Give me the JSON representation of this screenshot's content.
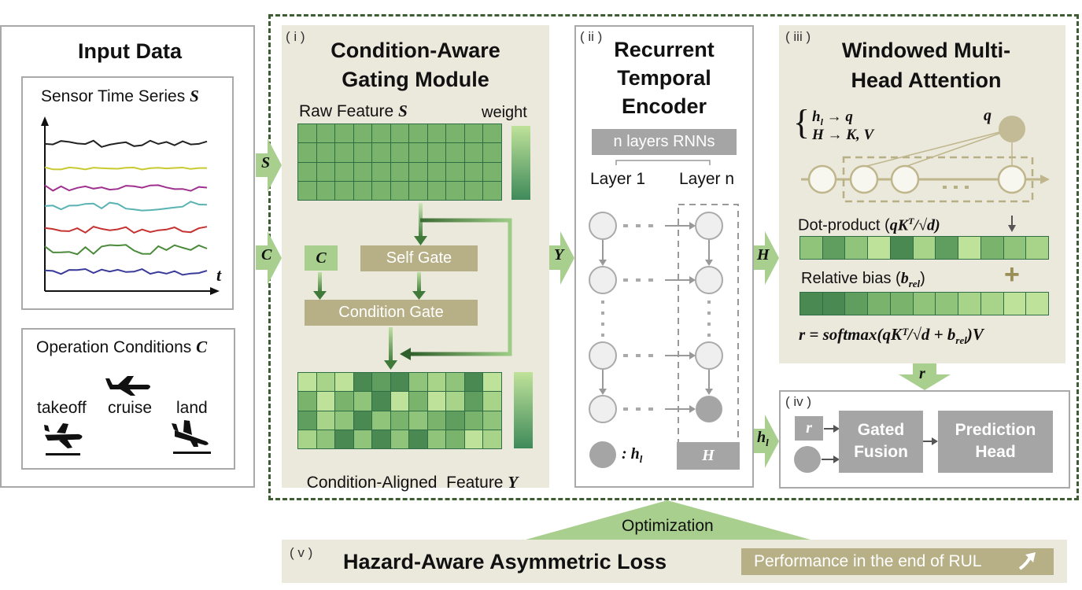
{
  "input": {
    "title": "Input Data",
    "sensor_title": "Sensor Time Series",
    "sensor_symbol": "S",
    "time_symbol": "t",
    "op_title": "Operation Conditions",
    "op_symbol": "C",
    "conditions": [
      "takeoff",
      "cruise",
      "land"
    ],
    "series_colors": [
      "#222222",
      "#c9c930",
      "#a0308f",
      "#5ab2b2",
      "#c63232",
      "#4a8a3a",
      "#3a3a9a"
    ]
  },
  "arrows": {
    "s": "S",
    "c": "C",
    "y": "Y",
    "h": "H",
    "hl": "h",
    "hl_sub": "l",
    "r": "r"
  },
  "module_i": {
    "tag": "( i )",
    "title_line1": "Condition-Aware",
    "title_line2": "Gating Module",
    "raw_feature": "Raw Feature",
    "raw_symbol": "S",
    "weight": "weight",
    "c_box": "C",
    "self_gate": "Self Gate",
    "condition_gate": "Condition Gate",
    "aligned_feature": "Condition-Aligned  Feature",
    "aligned_symbol": "Y"
  },
  "module_ii": {
    "tag": "( ii )",
    "title_line1": "Recurrent",
    "title_line2": "Temporal",
    "title_line3": "Encoder",
    "rnn_label": "n layers RNNs",
    "layer1": "Layer 1",
    "layern": "Layer n",
    "legend_symbol": ": h",
    "legend_sub": "l",
    "h_box": "H"
  },
  "module_iii": {
    "tag": "( iii )",
    "title_line1": "Windowed Multi-",
    "title_line2": "Head Attention",
    "map1_left": "h",
    "map1_sub": "l",
    "map1_right": "→ q",
    "map2": "H → K, V",
    "q_label": "q",
    "dot_product": "Dot-product (",
    "dot_formula": "qK",
    "dot_sup": "T",
    "dot_tail": "/√d)",
    "relative_bias": "Relative bias (",
    "bias_symbol": "b",
    "bias_sub": "rel",
    "bias_tail": ")",
    "plus": "+",
    "equation": "r = softmax(qKᵀ/√d + b",
    "equation_sub": "rel",
    "equation_tail": ")V"
  },
  "module_iv": {
    "tag": "( iv )",
    "r_box": "r",
    "gated_fusion_1": "Gated",
    "gated_fusion_2": "Fusion",
    "prediction_1": "Prediction",
    "prediction_2": "Head"
  },
  "module_v": {
    "tag": "( v )",
    "optimization": "Optimization",
    "loss_title": "Hazard-Aware Asymmetric Loss",
    "performance": "Performance in the end of RUL"
  },
  "colors": {
    "green_arrow": "#a8cf8e",
    "dark_green": "#2f6e45",
    "beige": "#ebe8dc",
    "tan": "#b7af86",
    "gray": "#a5a5a5"
  }
}
